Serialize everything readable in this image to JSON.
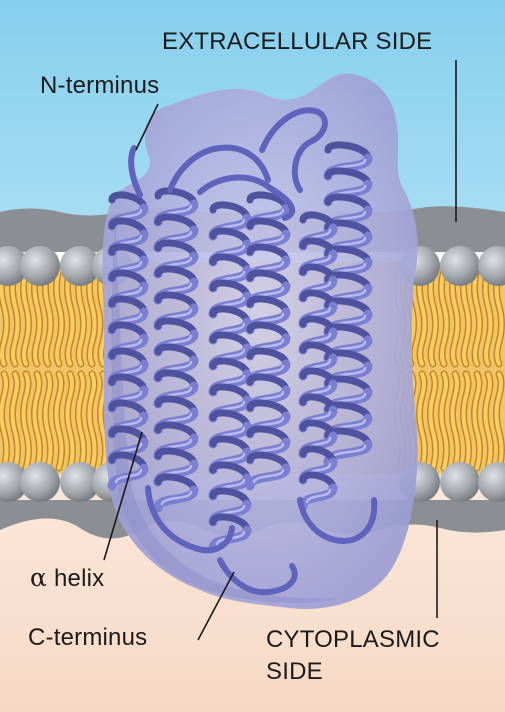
{
  "labels": {
    "extracellular": "EXTRACELLULAR SIDE",
    "n_terminus": "N-terminus",
    "alpha_symbol": "α",
    "alpha_text": "helix",
    "c_terminus": "C-terminus",
    "cytoplasmic_line1": "CYTOPLASMIC",
    "cytoplasmic_line2": "SIDE"
  },
  "colors": {
    "extracellular": "#8fd3f0",
    "cytoplasm": "#f8e2d3",
    "lipid_tail": "#f0b845",
    "lipid_head": "#9aa0a6",
    "protein_envelope": "#a6a6d8",
    "helix_ribbon": "#6b6fc4"
  }
}
